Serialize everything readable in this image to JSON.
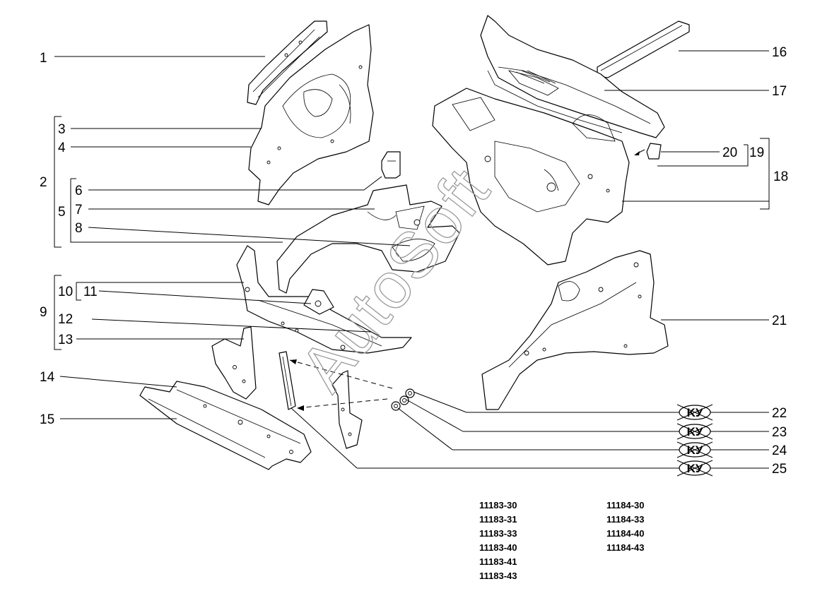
{
  "callouts": {
    "c1": "1",
    "c2": "2",
    "c3": "3",
    "c4": "4",
    "c5": "5",
    "c6": "6",
    "c7": "7",
    "c8": "8",
    "c9": "9",
    "c10": "10",
    "c11": "11",
    "c12": "12",
    "c13": "13",
    "c14": "14",
    "c15": "15",
    "c16": "16",
    "c17": "17",
    "c18": "18",
    "c19": "19",
    "c20": "20",
    "c21": "21",
    "c22": "22",
    "c23": "23",
    "c24": "24",
    "c25": "25"
  },
  "ku_mark": "KУ",
  "watermark": "AutoSoft",
  "models_left": [
    "11183-30",
    "11183-31",
    "11183-33",
    "11183-40",
    "11183-41",
    "11183-43"
  ],
  "models_right": [
    "11184-30",
    "11184-33",
    "11184-40",
    "11184-43"
  ]
}
